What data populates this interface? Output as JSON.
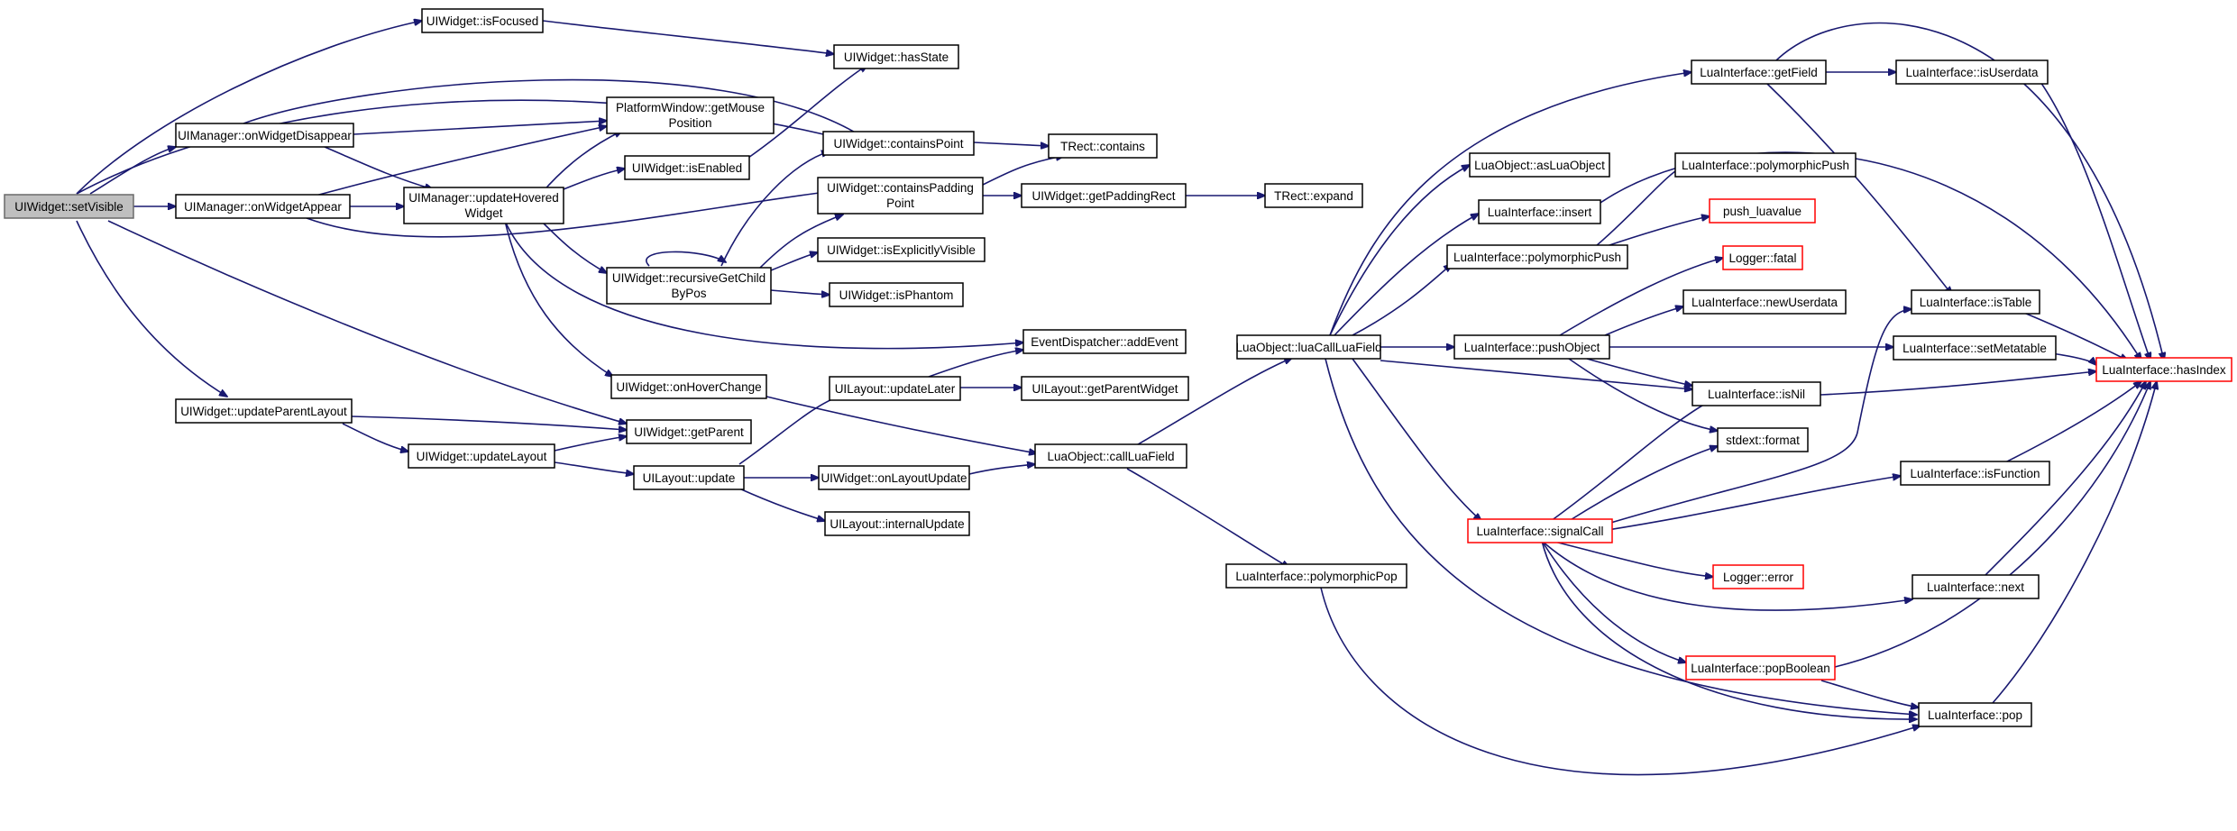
{
  "colors": {
    "edge": "#191970",
    "root_fill": "#bfbfbf",
    "truncated_border": "#ff0000",
    "border": "#000000"
  },
  "nodes": {
    "setVisible": "UIWidget::setVisible",
    "isFocused": "UIWidget::isFocused",
    "hasState": "UIWidget::hasState",
    "onWidgetDisappear": "UIManager::onWidgetDisappear",
    "getMousePosition": [
      "PlatformWindow::getMouse",
      "Position"
    ],
    "containsPoint": "UIWidget::containsPoint",
    "tRectContains": "TRect::contains",
    "onWidgetAppear": "UIManager::onWidgetAppear",
    "updateHoveredWidget": [
      "UIManager::updateHovered",
      "Widget"
    ],
    "isEnabled": "UIWidget::isEnabled",
    "containsPaddingPoint": [
      "UIWidget::containsPadding",
      "Point"
    ],
    "getPaddingRect": "UIWidget::getPaddingRect",
    "tRectExpand": "TRect::expand",
    "isExplicitlyVisible": "UIWidget::isExplicitlyVisible",
    "recursiveGetChildByPos": [
      "UIWidget::recursiveGetChild",
      "ByPos"
    ],
    "isPhantom": "UIWidget::isPhantom",
    "addEvent": "EventDispatcher::addEvent",
    "onHoverChange": "UIWidget::onHoverChange",
    "updateLater": "UILayout::updateLater",
    "getParentWidget": "UILayout::getParentWidget",
    "updateParentLayout": "UIWidget::updateParentLayout",
    "getParent": "UIWidget::getParent",
    "updateLayout": "UIWidget::updateLayout",
    "layoutUpdate": "UILayout::update",
    "onLayoutUpdate": "UIWidget::onLayoutUpdate",
    "callLuaField": "LuaObject::callLuaField",
    "internalUpdate": "UILayout::internalUpdate",
    "polymorphicPop": "LuaInterface::polymorphicPop",
    "luaCallLuaField": "LuaObject::luaCallLuaField",
    "asLuaObject": "LuaObject::asLuaObject",
    "insert": "LuaInterface::insert",
    "polymorphicPush": "LuaInterface::polymorphicPush",
    "pushObject": "LuaInterface::pushObject",
    "signalCall": "LuaInterface::signalCall",
    "getField": "LuaInterface::getField",
    "polymorphicPushSmall": "LuaInterface::polymorphicPush",
    "pushLuavalue": "push_luavalue",
    "loggerFatal": "Logger::fatal",
    "newUserdata": "LuaInterface::newUserdata",
    "isNil": "LuaInterface::isNil",
    "stdextFormat": "stdext::format",
    "loggerError": "Logger::error",
    "popBoolean": "LuaInterface::popBoolean",
    "isUserdata": "LuaInterface::isUserdata",
    "isTable": "LuaInterface::isTable",
    "setMetatable": "LuaInterface::setMetatable",
    "isFunction": "LuaInterface::isFunction",
    "next": "LuaInterface::next",
    "pop": "LuaInterface::pop",
    "hasIndex": "LuaInterface::hasIndex"
  }
}
